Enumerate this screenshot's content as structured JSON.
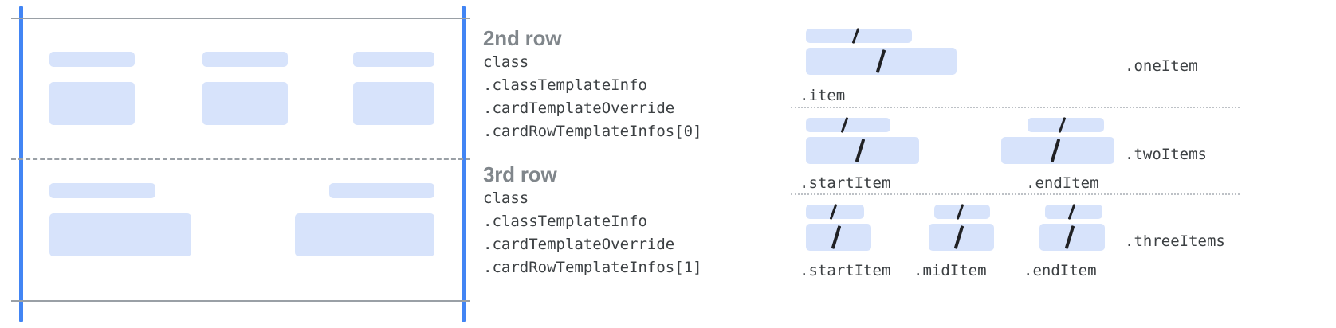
{
  "diagram": {
    "title_hidden": "",
    "colors": {
      "placeholder_fill": "#d7e3fb",
      "guide_blue": "#4285f4",
      "rule_gray": "#9aa0a6",
      "heading_gray": "#80868b",
      "code_text": "#3c4043",
      "dotted_gray": "#bdc1c6",
      "slash_dark": "#202124",
      "background": "#ffffff"
    }
  },
  "rows": [
    {
      "heading": "2nd row",
      "code": [
        "class",
        ".classTemplateInfo",
        ".cardTemplateOverride",
        ".cardRowTemplateInfos[0]"
      ]
    },
    {
      "heading": "3rd row",
      "code": [
        "class",
        ".classTemplateInfo",
        ".cardTemplateOverride",
        ".cardRowTemplateInfos[1]"
      ]
    }
  ],
  "legend": {
    "sections": [
      {
        "name": ".oneItem",
        "items": [
          ".item"
        ]
      },
      {
        "name": ".twoItems",
        "items": [
          ".startItem",
          ".endItem"
        ]
      },
      {
        "name": ".threeItems",
        "items": [
          ".startItem",
          ".midItem",
          ".endItem"
        ]
      }
    ],
    "slash_glyph": "/"
  }
}
